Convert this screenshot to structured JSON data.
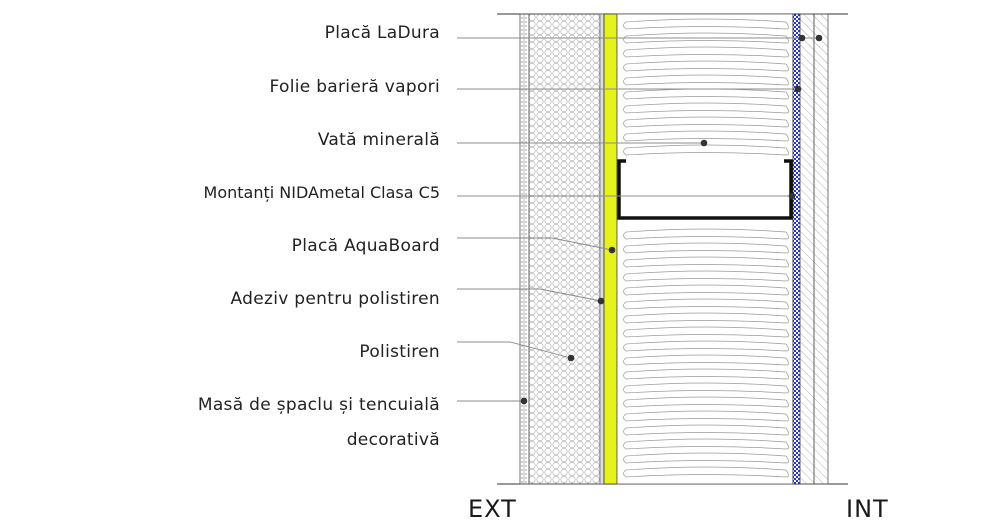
{
  "labels": [
    {
      "id": "placa-ladura",
      "text": "Placă LaDura"
    },
    {
      "id": "folie-bariera-vapori",
      "text": "Folie barieră vapori"
    },
    {
      "id": "vata-minerala",
      "text": "Vată minerală"
    },
    {
      "id": "montanti-nidametal",
      "text": "Montanți NIDAmetal Clasa C5"
    },
    {
      "id": "placa-aquaboard",
      "text": "Placă AquaBoard"
    },
    {
      "id": "adeziv-polistiren",
      "text": "Adeziv pentru polistiren"
    },
    {
      "id": "polistiren",
      "text": "Polistiren"
    },
    {
      "id": "masa-spaclu-line1",
      "text": "Masă de șpaclu și tencuială"
    },
    {
      "id": "masa-spaclu-line2",
      "text": "decorativă"
    }
  ],
  "sides": {
    "exterior": "EXT",
    "interior": "INT"
  },
  "colors": {
    "aquaboard": "#e6f21c",
    "vapor_barrier": "#2233cc",
    "outline": "#333333",
    "leader": "#8c8c8c",
    "profile": "#111111"
  }
}
